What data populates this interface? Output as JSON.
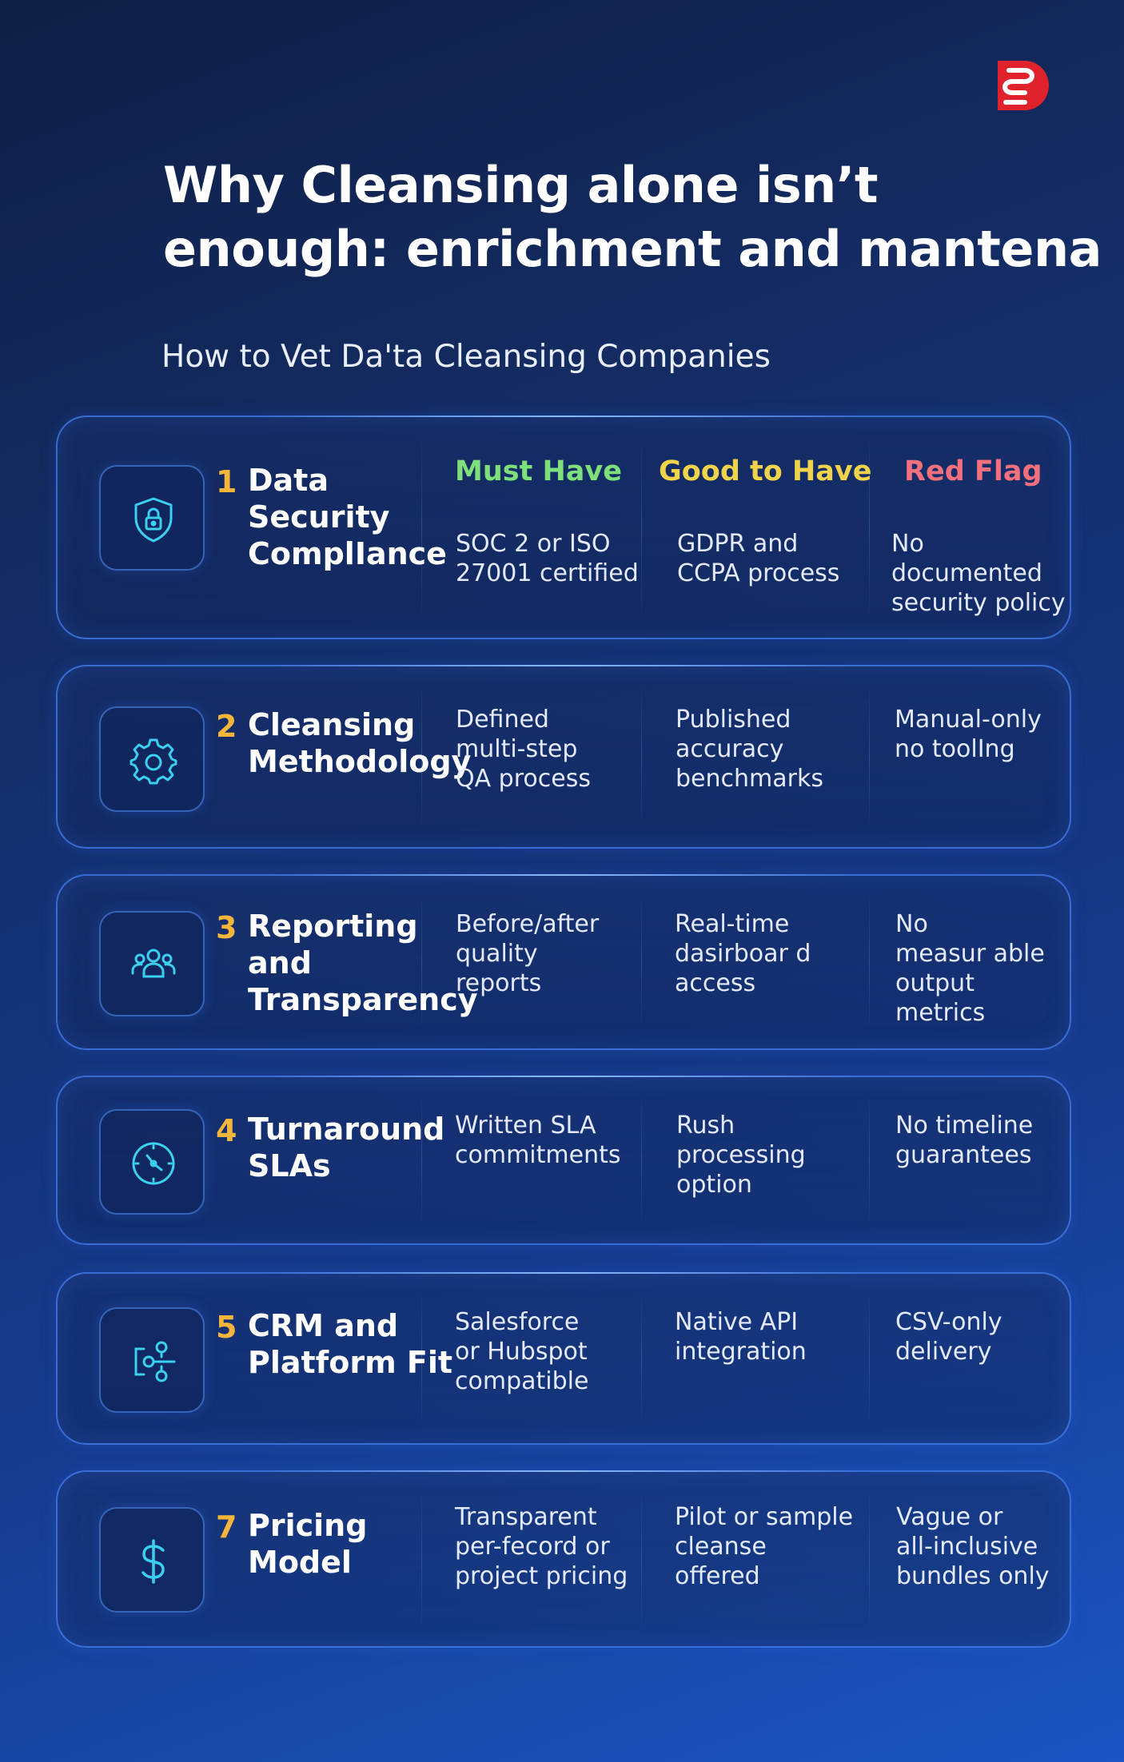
{
  "header": {
    "title": "Why Cleansing alone isn’t\nenough: enrichment and mantena",
    "subtitle": "How to Vet Da'ta Cleansing Companies"
  },
  "columns": [
    {
      "label": "Must Have",
      "color": "#7ee07a"
    },
    {
      "label": "Good to Have",
      "color": "#f1d34b"
    },
    {
      "label": "Red Flag",
      "color": "#f2707c"
    }
  ],
  "colors": {
    "accent": "#f3b63a",
    "icon": "#3ad0f0",
    "logo": "#e0222c",
    "border": "#4682f5"
  },
  "rows": [
    {
      "number": "1",
      "category": "Data\nSecurity\nComplIance",
      "icon": "shield-lock-icon",
      "must": "SOC 2 or ISO\n27001 certified",
      "good": "GDPR and\nCCPA process",
      "red": "No\ndocumented\nsecurity policy"
    },
    {
      "number": "2",
      "category": "Cleansing\nMethodology",
      "icon": "gear-icon",
      "must": "Defined\nmulti-step\nQA process",
      "good": "Published\naccuracy\nbenchmarks",
      "red": "Manual-only\nno toolIng"
    },
    {
      "number": "3",
      "category": "Reporting\nand\nTransparency",
      "icon": "users-icon",
      "must": "Before/after\nquality\nreports",
      "good": "Real-time\ndasirboar d\naccess",
      "red": "No\nmeasur able\noutput metrics"
    },
    {
      "number": "4",
      "category": "Turnaround\nSLAs",
      "icon": "clock-icon",
      "must": "Written SLA\ncommitments",
      "good": "Rush\nprocessing\noption",
      "red": "No timeline\nguarantees"
    },
    {
      "number": "5",
      "category": "CRM and\nPlatform Fit",
      "icon": "integration-icon",
      "must": "Salesforce\nor Hubspot\ncompatible",
      "good": "Native API\nintegration",
      "red": "CSV-only\ndelivery"
    },
    {
      "number": "7",
      "category": "Pricing\nModel",
      "icon": "dollar-icon",
      "must": "Transparent\nper-fecord or\nproject pricing",
      "good": "Pilot or sample\ncleanse\noffered",
      "red": "Vague or\nall-inclusive\nbundles only"
    }
  ]
}
